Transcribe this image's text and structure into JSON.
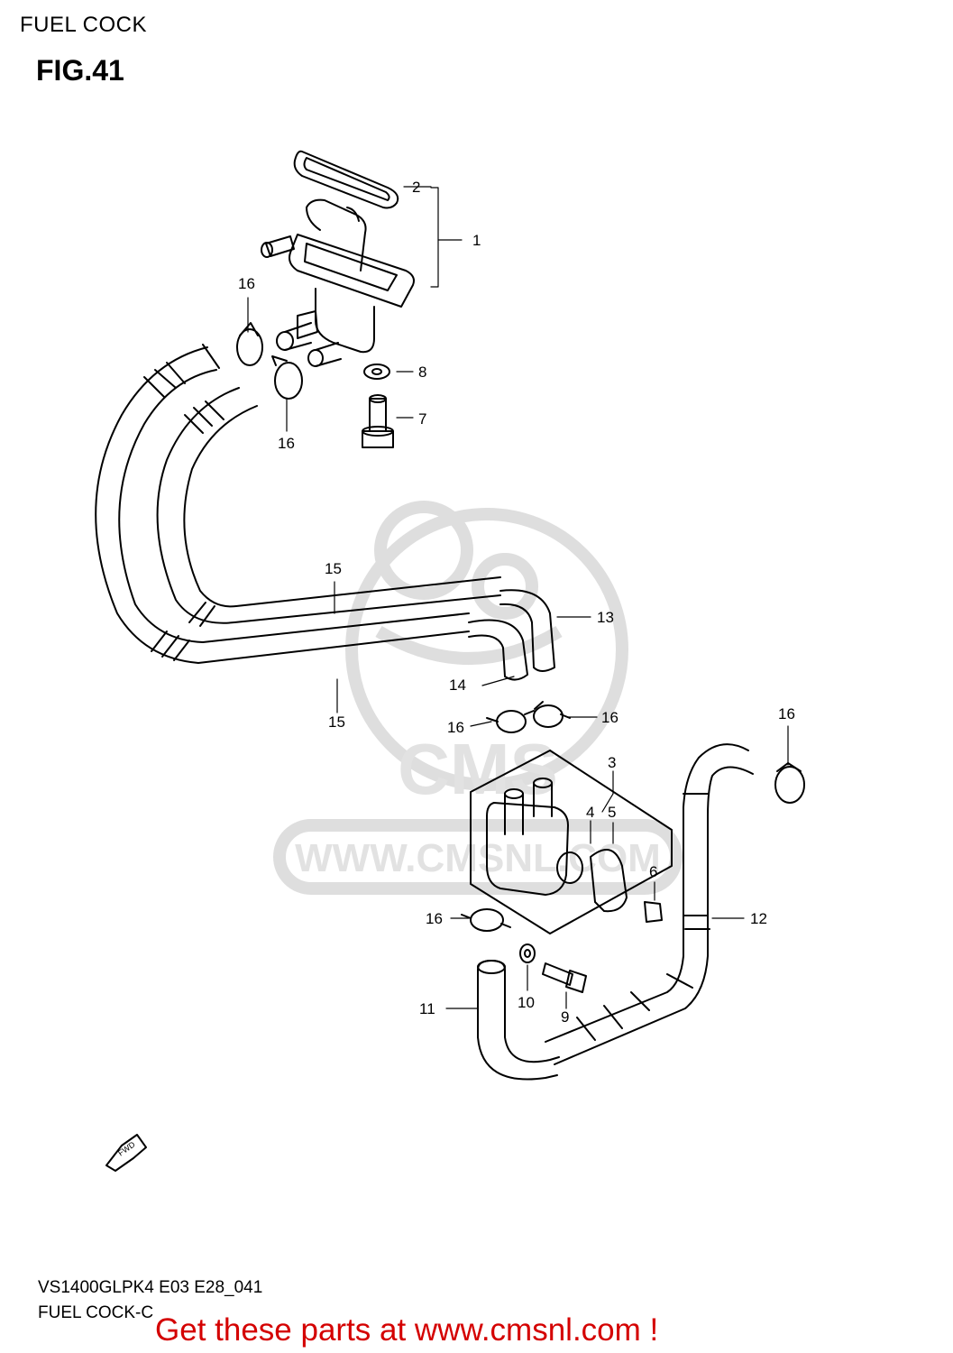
{
  "header": {
    "section_title": "FUEL COCK",
    "figure_title": "FIG.41"
  },
  "watermark": {
    "brand": "CMS",
    "url": "WWW.CMSNL.COM",
    "color": "#dcdcdc"
  },
  "callouts": [
    {
      "id": "c2",
      "label": "2"
    },
    {
      "id": "c1",
      "label": "1"
    },
    {
      "id": "c16a",
      "label": "16"
    },
    {
      "id": "c8",
      "label": "8"
    },
    {
      "id": "c7",
      "label": "7"
    },
    {
      "id": "c16b",
      "label": "16"
    },
    {
      "id": "c15a",
      "label": "15"
    },
    {
      "id": "c13",
      "label": "13"
    },
    {
      "id": "c14",
      "label": "14"
    },
    {
      "id": "c15b",
      "label": "15"
    },
    {
      "id": "c16c",
      "label": "16"
    },
    {
      "id": "c16d",
      "label": "16"
    },
    {
      "id": "c16e",
      "label": "16"
    },
    {
      "id": "c3",
      "label": "3"
    },
    {
      "id": "c4",
      "label": "4"
    },
    {
      "id": "c5",
      "label": "5"
    },
    {
      "id": "c6",
      "label": "6"
    },
    {
      "id": "c12",
      "label": "12"
    },
    {
      "id": "c16f",
      "label": "16"
    },
    {
      "id": "c10",
      "label": "10"
    },
    {
      "id": "c11",
      "label": "11"
    },
    {
      "id": "c9",
      "label": "9"
    }
  ],
  "fwd_label": "FWD",
  "footer": {
    "code": "VS1400GLPK4 E03 E28_041",
    "name": "FUEL COCK-C",
    "promo": "Get these parts at www.cmsnl.com !",
    "promo_color": "#d40000"
  }
}
